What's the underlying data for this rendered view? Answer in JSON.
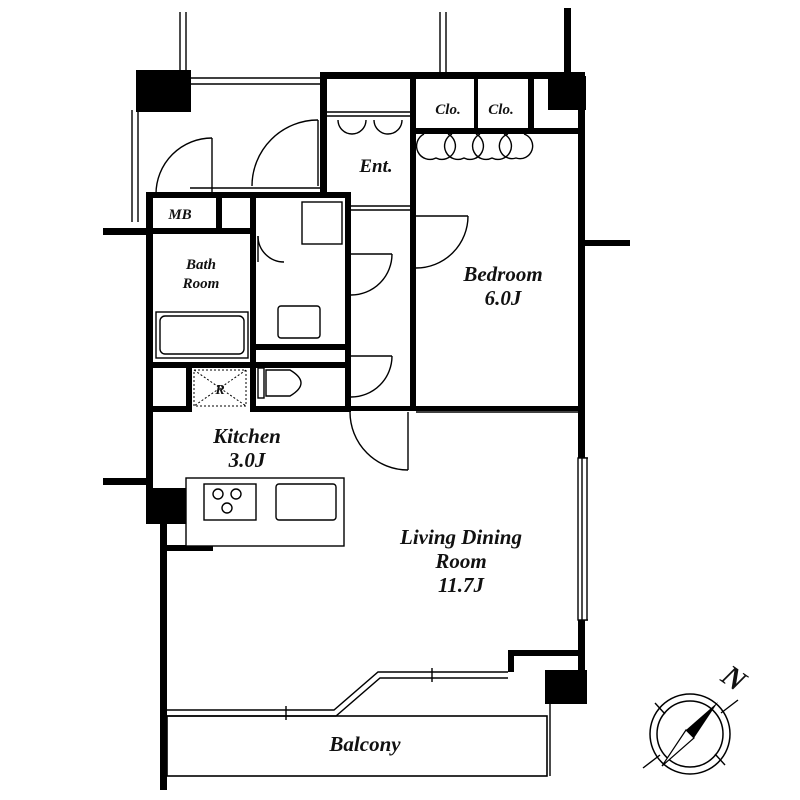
{
  "rooms": {
    "entrance": "Ent.",
    "closet_1": "Clo.",
    "closet_2": "Clo.",
    "meter_box": "MB",
    "bath_line1": "Bath",
    "bath_line2": "Room",
    "refrigerator": "R",
    "bedroom_name": "Bedroom",
    "bedroom_size": "6.0J",
    "kitchen_name": "Kitchen",
    "kitchen_size": "3.0J",
    "living_line1": "Living Dining",
    "living_line2": "Room",
    "living_size": "11.7J",
    "balcony": "Balcony"
  },
  "compass": {
    "north_label": "N"
  }
}
